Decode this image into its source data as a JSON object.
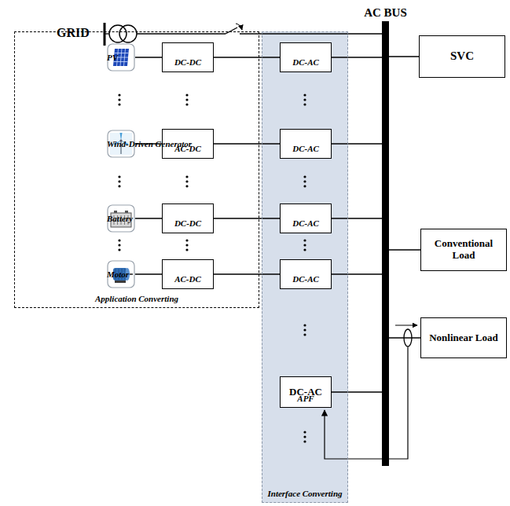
{
  "diagram": {
    "nodes": [
      {
        "text": [
          "AC BUS"
        ]
      },
      {
        "text": [
          "SVC"
        ]
      },
      {
        "text": [
          "Application Converting"
        ]
      },
      {
        "text": [
          "Interface Converting"
        ]
      },
      {
        "text": [
          "PV"
        ],
        "in": 2
      },
      {
        "text": [
          "DC-DC"
        ],
        "in": 2
      },
      {
        "text": [
          "DC-AC"
        ],
        "in": 3
      },
      {
        "text": [
          "Wind-Driven Generator"
        ],
        "in": 2
      },
      {
        "text": [
          "AC-DC"
        ],
        "in": 2
      },
      {
        "text": [
          "DC-AC"
        ],
        "in": 3
      },
      {
        "text": [
          "Conventional Load"
        ]
      },
      {
        "text": [
          "Battery"
        ],
        "in": 2
      },
      {
        "text": [
          "DC-DC"
        ],
        "in": 2
      },
      {
        "text": [
          "DC-AC"
        ],
        "in": 3
      },
      {
        "text": [
          "Motor"
        ],
        "in": 2
      },
      {
        "text": [
          "AC-DC"
        ],
        "in": 2
      },
      {
        "text": [
          "DC-AC"
        ],
        "in": 3
      },
      {
        "text": [
          "Nonlinear Load"
        ]
      },
      {
        "text": [
          "APF",
          "DC-AC"
        ],
        "in": 3
      }
    ],
    "edges": [
      {
        "from": 4,
        "to": 5,
        "arrow": "none"
      },
      {
        "from": 5,
        "to": 6,
        "arrow": "none"
      },
      {
        "from": 6,
        "to": 0,
        "arrow": "none"
      },
      {
        "from": 7,
        "to": 8,
        "arrow": "none"
      },
      {
        "from": 8,
        "to": 9,
        "arrow": "none"
      },
      {
        "from": 9,
        "to": 0,
        "arrow": "none"
      },
      {
        "from": 11,
        "to": 12,
        "arrow": "none"
      },
      {
        "from": 12,
        "to": 13,
        "arrow": "none"
      },
      {
        "from": 13,
        "to": 0,
        "arrow": "none"
      },
      {
        "from": 14,
        "to": 15,
        "arrow": "none"
      },
      {
        "from": 15,
        "to": 16,
        "arrow": "none"
      },
      {
        "from": 16,
        "to": 0,
        "arrow": "none"
      },
      {
        "from": 18,
        "to": 0,
        "arrow": "none"
      },
      {
        "from": 0,
        "to": 1,
        "arrow": "none"
      },
      {
        "from": 0,
        "to": 10,
        "arrow": "none"
      },
      {
        "from": 0,
        "to": 17,
        "arrow": "none"
      }
    ],
    "labels": [
      "GRID"
    ]
  }
}
